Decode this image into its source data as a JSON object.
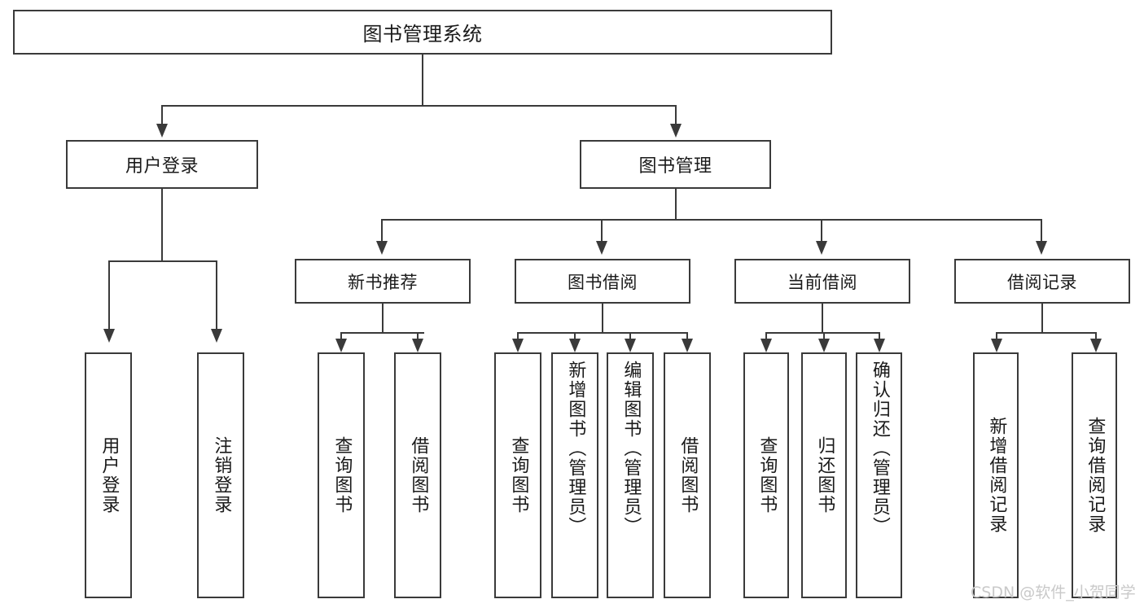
{
  "diagram": {
    "title": "图书管理系统",
    "type": "tree",
    "root": {
      "id": "root",
      "label": "图书管理系统"
    },
    "level1": [
      {
        "id": "user-login",
        "label": "用户登录"
      },
      {
        "id": "book-manage",
        "label": "图书管理"
      }
    ],
    "level2": [
      {
        "id": "new-book-recommend",
        "label": "新书推荐"
      },
      {
        "id": "book-borrow",
        "label": "图书借阅"
      },
      {
        "id": "current-borrow",
        "label": "当前借阅"
      },
      {
        "id": "borrow-record",
        "label": "借阅记录"
      }
    ],
    "leaves": {
      "user_login": [
        {
          "id": "leaf-user-login",
          "label": "用户登录"
        },
        {
          "id": "leaf-logout",
          "label": "注销登录"
        }
      ],
      "new_book_recommend": [
        {
          "id": "leaf-query-book-1",
          "label": "查询图书"
        },
        {
          "id": "leaf-borrow-book-1",
          "label": "借阅图书"
        }
      ],
      "book_borrow": [
        {
          "id": "leaf-query-book-2",
          "label": "查询图书"
        },
        {
          "id": "leaf-add-book",
          "label": "新增图书（管理员）"
        },
        {
          "id": "leaf-edit-book",
          "label": "编辑图书（管理员）"
        },
        {
          "id": "leaf-borrow-book-2",
          "label": "借阅图书"
        }
      ],
      "current_borrow": [
        {
          "id": "leaf-query-book-3",
          "label": "查询图书"
        },
        {
          "id": "leaf-return-book",
          "label": "归还图书"
        },
        {
          "id": "leaf-confirm-return",
          "label": "确认归还（管理员）"
        }
      ],
      "borrow_record": [
        {
          "id": "leaf-add-record",
          "label": "新增借阅记录"
        },
        {
          "id": "leaf-query-record",
          "label": "查询借阅记录"
        }
      ]
    }
  },
  "watermark": {
    "text": "CSDN @软件_小贺同学"
  },
  "colors": {
    "stroke": "#3a3a3a",
    "text": "#1a1a1a",
    "background": "#ffffff",
    "watermark": "#c9c9c9"
  }
}
